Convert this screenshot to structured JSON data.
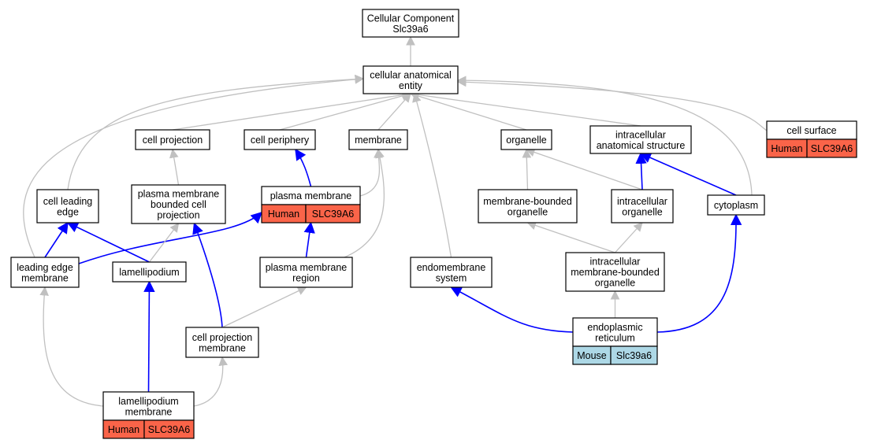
{
  "colors": {
    "gray_edge": "#c0c0c0",
    "blue_edge": "#0000ff",
    "human": "#fa6449",
    "mouse": "#add8e6"
  },
  "nodes": {
    "cc": {
      "lines": [
        "Cellular Component",
        "Slc39a6"
      ]
    },
    "cae": {
      "lines": [
        "cellular anatomical",
        "entity"
      ]
    },
    "cp": {
      "lines": [
        "cell projection"
      ]
    },
    "cper": {
      "lines": [
        "cell periphery"
      ]
    },
    "mem": {
      "lines": [
        "membrane"
      ]
    },
    "org": {
      "lines": [
        "organelle"
      ]
    },
    "ias": {
      "lines": [
        "intracellular",
        "anatomical structure"
      ]
    },
    "cs": {
      "lines": [
        "cell surface"
      ],
      "ann": {
        "species": "Human",
        "gene": "SLC39A6"
      }
    },
    "cle": {
      "lines": [
        "cell leading",
        "edge"
      ]
    },
    "pmbcp": {
      "lines": [
        "plasma membrane",
        "bounded cell",
        "projection"
      ]
    },
    "pm": {
      "lines": [
        "plasma membrane"
      ],
      "ann": {
        "species": "Human",
        "gene": "SLC39A6"
      }
    },
    "mbo": {
      "lines": [
        "membrane-bounded",
        "organelle"
      ]
    },
    "io": {
      "lines": [
        "intracellular",
        "organelle"
      ]
    },
    "cyto": {
      "lines": [
        "cytoplasm"
      ]
    },
    "lem": {
      "lines": [
        "leading edge",
        "membrane"
      ]
    },
    "lam": {
      "lines": [
        "lamellipodium"
      ]
    },
    "pmr": {
      "lines": [
        "plasma membrane",
        "region"
      ]
    },
    "ems": {
      "lines": [
        "endomembrane",
        "system"
      ]
    },
    "imbo": {
      "lines": [
        "intracellular",
        "membrane-bounded",
        "organelle"
      ]
    },
    "cpm": {
      "lines": [
        "cell projection",
        "membrane"
      ]
    },
    "er": {
      "lines": [
        "endoplasmic",
        "reticulum"
      ],
      "ann": {
        "species": "Mouse",
        "gene": "Slc39a6"
      }
    },
    "lpm": {
      "lines": [
        "lamellipodium",
        "membrane"
      ],
      "ann": {
        "species": "Human",
        "gene": "SLC39A6"
      }
    }
  },
  "edges": [
    {
      "from": "cae",
      "to": "cc",
      "type": "is_a"
    },
    {
      "from": "cp",
      "to": "cae",
      "type": "is_a"
    },
    {
      "from": "cper",
      "to": "cae",
      "type": "is_a"
    },
    {
      "from": "mem",
      "to": "cae",
      "type": "is_a"
    },
    {
      "from": "org",
      "to": "cae",
      "type": "is_a"
    },
    {
      "from": "ias",
      "to": "cae",
      "type": "is_a"
    },
    {
      "from": "cs",
      "to": "cae",
      "type": "is_a"
    },
    {
      "from": "cle",
      "to": "cae",
      "type": "is_a"
    },
    {
      "from": "lem",
      "to": "cae",
      "type": "is_a"
    },
    {
      "from": "cyto",
      "to": "cae",
      "type": "is_a"
    },
    {
      "from": "ems",
      "to": "cae",
      "type": "is_a"
    },
    {
      "from": "pmbcp",
      "to": "cp",
      "type": "is_a"
    },
    {
      "from": "pm",
      "to": "cper",
      "type": "part_of"
    },
    {
      "from": "pm",
      "to": "mem",
      "type": "is_a"
    },
    {
      "from": "pmr",
      "to": "mem",
      "type": "is_a"
    },
    {
      "from": "mbo",
      "to": "org",
      "type": "is_a"
    },
    {
      "from": "io",
      "to": "org",
      "type": "is_a"
    },
    {
      "from": "io",
      "to": "ias",
      "type": "part_of"
    },
    {
      "from": "cyto",
      "to": "ias",
      "type": "part_of"
    },
    {
      "from": "lem",
      "to": "cle",
      "type": "part_of"
    },
    {
      "from": "lam",
      "to": "cle",
      "type": "part_of"
    },
    {
      "from": "lem",
      "to": "pm",
      "type": "part_of"
    },
    {
      "from": "lam",
      "to": "pmbcp",
      "type": "is_a"
    },
    {
      "from": "cpm",
      "to": "pmbcp",
      "type": "part_of"
    },
    {
      "from": "pmr",
      "to": "pm",
      "type": "part_of"
    },
    {
      "from": "imbo",
      "to": "mbo",
      "type": "is_a"
    },
    {
      "from": "imbo",
      "to": "io",
      "type": "is_a"
    },
    {
      "from": "cpm",
      "to": "pmr",
      "type": "is_a"
    },
    {
      "from": "lpm",
      "to": "lem",
      "type": "is_a"
    },
    {
      "from": "lpm",
      "to": "lam",
      "type": "part_of"
    },
    {
      "from": "lpm",
      "to": "cpm",
      "type": "is_a"
    },
    {
      "from": "er",
      "to": "imbo",
      "type": "is_a"
    },
    {
      "from": "er",
      "to": "ems",
      "type": "part_of"
    },
    {
      "from": "er",
      "to": "cyto",
      "type": "part_of"
    }
  ]
}
